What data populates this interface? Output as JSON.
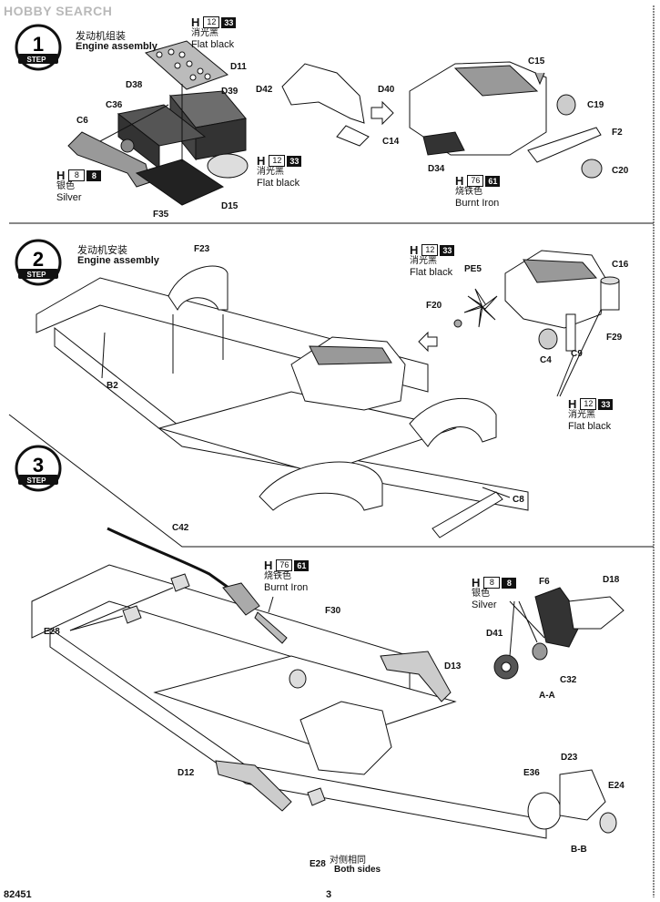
{
  "watermark": "HOBBY SEARCH",
  "steps": [
    {
      "number": "1",
      "step_word": "STEP",
      "title_cn": "发动机组装",
      "title_en": "Engine assembly",
      "paints": [
        {
          "h": "H",
          "num": "12",
          "code": "33",
          "cn": "消光黑",
          "en": "Flat black"
        },
        {
          "h": "H",
          "num": "12",
          "code": "33",
          "cn": "消光黑",
          "en": "Flat black"
        },
        {
          "h": "H",
          "num": "8",
          "code": "8",
          "cn": "银色",
          "en": "Silver"
        },
        {
          "h": "H",
          "num": "76",
          "code": "61",
          "cn": "烧铁色",
          "en": "Burnt Iron"
        }
      ],
      "parts": [
        "D11",
        "D38",
        "D39",
        "C36",
        "C6",
        "F35",
        "D15",
        "D42",
        "D40",
        "C14",
        "C15",
        "C19",
        "F2",
        "D34",
        "C20"
      ]
    },
    {
      "number": "2",
      "step_word": "STEP",
      "title_cn": "发动机安装",
      "title_en": "Engine assembly",
      "paints": [
        {
          "h": "H",
          "num": "12",
          "code": "33",
          "cn": "消光黑",
          "en": "Flat black"
        },
        {
          "h": "H",
          "num": "12",
          "code": "33",
          "cn": "消光黑",
          "en": "Flat black"
        }
      ],
      "parts": [
        "F23",
        "PE5",
        "C16",
        "F20",
        "F29",
        "C9",
        "C4",
        "B2",
        "C8"
      ]
    },
    {
      "number": "3",
      "step_word": "STEP",
      "paints": [
        {
          "h": "H",
          "num": "76",
          "code": "61",
          "cn": "烧铁色",
          "en": "Burnt Iron"
        },
        {
          "h": "H",
          "num": "8",
          "code": "8",
          "cn": "银色",
          "en": "Silver"
        }
      ],
      "parts": [
        "C42",
        "F6",
        "D18",
        "E28",
        "D41",
        "F30",
        "C32",
        "D13",
        "D12",
        "D23",
        "E36",
        "E24",
        "E28"
      ],
      "views": [
        "A-A",
        "B-B"
      ],
      "note_cn": "对侧相同",
      "note_en": "Both sides"
    }
  ],
  "footer": {
    "code": "82451",
    "page": "3"
  }
}
